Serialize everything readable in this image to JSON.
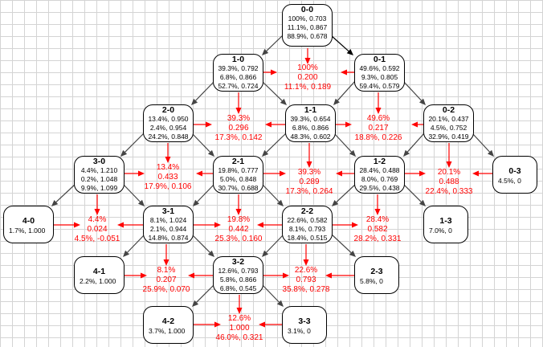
{
  "colors": {
    "red": "#ff0000",
    "gray_arrow": "#444444",
    "black_arrow": "#000000"
  },
  "nodes": {
    "n00": {
      "title": "0-0",
      "lines": [
        "100%, 0.703",
        "11.1%, 0.867",
        "88.9%, 0.678"
      ]
    },
    "n10": {
      "title": "1-0",
      "lines": [
        "39.3%, 0.792",
        "6.8%, 0.866",
        "52.7%, 0.724"
      ]
    },
    "n01": {
      "title": "0-1",
      "lines": [
        "49.6%, 0.592",
        "9.3%, 0.805",
        "59.4%, 0.579"
      ]
    },
    "n20": {
      "title": "2-0",
      "lines": [
        "13.4%, 0.950",
        "2.4%, 0.954",
        "24.2%, 0.848"
      ]
    },
    "n11": {
      "title": "1-1",
      "lines": [
        "39.3%, 0.654",
        "6.8%, 0.866",
        "48.3%, 0.602"
      ]
    },
    "n02": {
      "title": "0-2",
      "lines": [
        "20.1%, 0.437",
        "4.5%, 0.752",
        "32.9%, 0.419"
      ]
    },
    "n30": {
      "title": "3-0",
      "lines": [
        "4.4%, 1.210",
        "0.2%, 1.048",
        "9.9%, 1.099"
      ]
    },
    "n21": {
      "title": "2-1",
      "lines": [
        "19.8%, 0.777",
        "5.0%, 0.848",
        "30.7%, 0.688"
      ]
    },
    "n12": {
      "title": "1-2",
      "lines": [
        "28.4%, 0.488",
        "8.0%, 0.769",
        "29.5%, 0.438"
      ]
    },
    "n03": {
      "title": "0-3",
      "lines": [
        "4.5%, 0"
      ]
    },
    "n40": {
      "title": "4-0",
      "lines": [
        "1.7%, 1.000"
      ]
    },
    "n31": {
      "title": "3-1",
      "lines": [
        "8.1%, 1.024",
        "2.1%, 0.944",
        "14.8%, 0.874"
      ]
    },
    "n22": {
      "title": "2-2",
      "lines": [
        "22.6%, 0.582",
        "8.1%, 0.793",
        "18.4%, 0.515"
      ]
    },
    "n13": {
      "title": "1-3",
      "lines": [
        "7.0%, 0"
      ]
    },
    "n41": {
      "title": "4-1",
      "lines": [
        "2.2%, 1.000"
      ]
    },
    "n32": {
      "title": "3-2",
      "lines": [
        "12.6%, 0.793",
        "5.8%, 0.866",
        "6.8%, 0.545"
      ]
    },
    "n23": {
      "title": "2-3",
      "lines": [
        "5.8%, 0"
      ]
    },
    "n42": {
      "title": "4-2",
      "lines": [
        "3.7%, 1.000"
      ]
    },
    "n33": {
      "title": "3-3",
      "lines": [
        "3.1%, 0"
      ]
    }
  },
  "mids": {
    "m00": [
      "100%",
      "0.200",
      "11.1%, 0.189"
    ],
    "m10": [
      "39.3%",
      "0.296",
      "17.3%, 0.142"
    ],
    "m01": [
      "49.6%",
      "0.217",
      "18.8%, 0.226"
    ],
    "m20": [
      "13.4%",
      "0.433",
      "17.9%, 0.106"
    ],
    "m11": [
      "39.3%",
      "0.289",
      "17.3%, 0.264"
    ],
    "m02": [
      "20.1%",
      "0.488",
      "22.4%, 0.333"
    ],
    "m30": [
      "4.4%",
      "0.024",
      "4.5%, -0.051"
    ],
    "m21": [
      "19.8%",
      "0.442",
      "25.3%, 0.160"
    ],
    "m12": [
      "28.4%",
      "0.582",
      "28.2%, 0.331"
    ],
    "m31": [
      "8.1%",
      "0.207",
      "25.9%, 0.070"
    ],
    "m22": [
      "22.6%",
      "0.793",
      "35.8%, 0.278"
    ],
    "m32": [
      "12.6%",
      "1.000",
      "46.0%, 0.321"
    ]
  }
}
